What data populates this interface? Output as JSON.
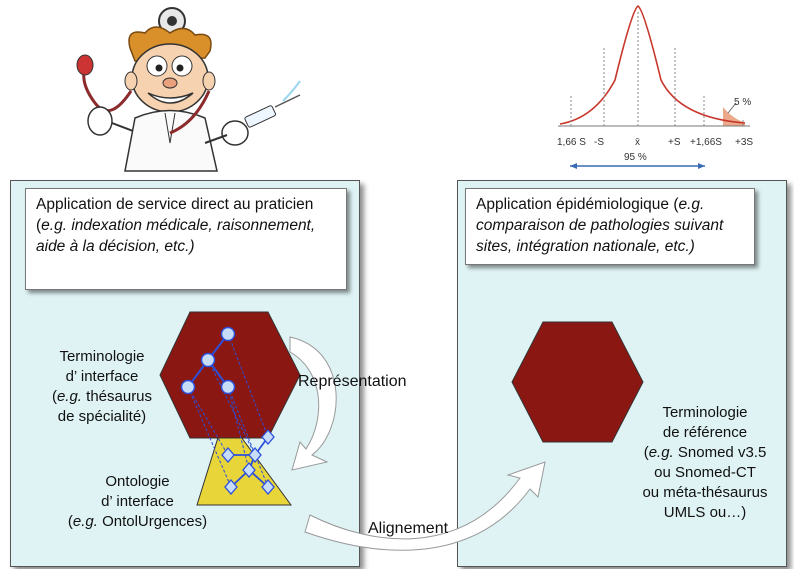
{
  "left_panel": {
    "caption_main": "Application de service direct au praticien (",
    "caption_eg": "e.g.",
    "caption_italic": " indexation médicale, raisonnement, aide à la décision, etc.)",
    "terminology_line1": "Terminologie",
    "terminology_line2": "d’ interface",
    "terminology_eg": "e.g.",
    "terminology_line3b": " thésaurus",
    "terminology_line4": "de spécialité)",
    "ontology_line1": "Ontologie",
    "ontology_line2": "d’ interface",
    "ontology_eg": "e.g.",
    "ontology_line3b": " OntolUrgences)"
  },
  "right_panel": {
    "caption_main": "Application épidémiologique (",
    "caption_italic": "e.g. comparaison de pathologies suivant sites, intégration nationale, etc.)",
    "reference_line1": "Terminologie",
    "reference_line2": "de référence",
    "reference_eg": "e.g.",
    "reference_line3b": " Snomed v3.5",
    "reference_line4": "ou Snomed-CT",
    "reference_line5": "ou méta-thésaurus",
    "reference_line6": "UMLS ou…)"
  },
  "arrows": {
    "representation": "Représentation",
    "alignment": "Alignement"
  },
  "distribution": {
    "tick_labels": [
      "1,66 S",
      "-S",
      "x̄",
      "+S",
      "+1,66S",
      "+3S"
    ],
    "tail_label": "5 %",
    "range_label": "95 %"
  },
  "colors": {
    "panel": "#dff3f5",
    "hexagon": "#8b1712",
    "triangle": "#e7d53a",
    "nodes": "#c6dcf7",
    "edges": "#2c4fd9",
    "curve": "#c8372c"
  }
}
